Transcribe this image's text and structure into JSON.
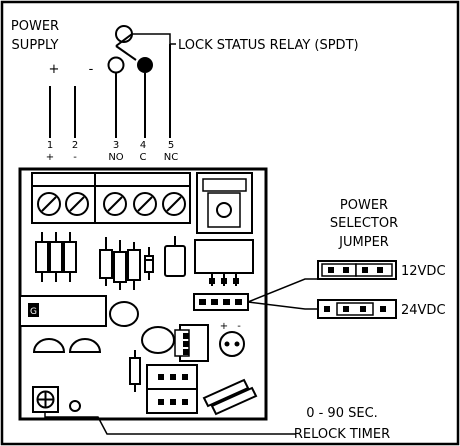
{
  "labels": {
    "power_supply_line1": "POWER",
    "power_supply_line2": "SUPPLY",
    "plus": "+",
    "minus": "-",
    "lock_status_relay": "LOCK STATUS RELAY (SPDT)",
    "power_selector_line1": "POWER",
    "power_selector_line2": "SELECTOR",
    "power_selector_line3": "JUMPER",
    "v12": "12VDC",
    "v24": "24VDC",
    "relock_line1": "0 - 90 SEC.",
    "relock_line2": "RELOCK TIMER",
    "g_marker": "G",
    "reg_plus": "+",
    "reg_minus": "-"
  },
  "terminals": [
    {
      "number": "1",
      "sub": "+"
    },
    {
      "number": "2",
      "sub": "-"
    },
    {
      "number": "3",
      "sub": "NO"
    },
    {
      "number": "4",
      "sub": "C"
    },
    {
      "number": "5",
      "sub": "NC"
    }
  ]
}
